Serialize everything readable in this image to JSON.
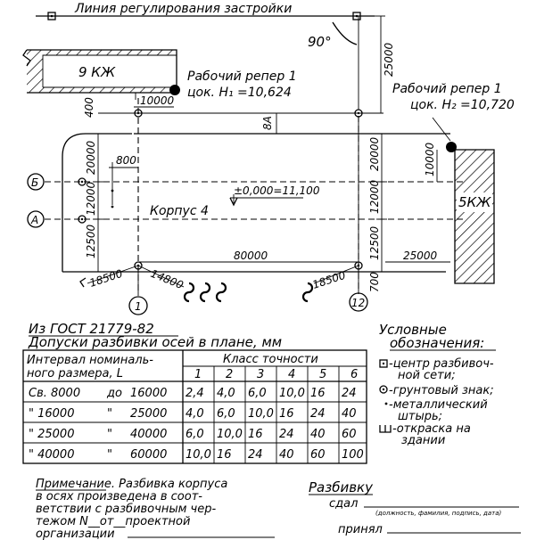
{
  "plan": {
    "line_label": "Линия регулирования застройки",
    "angle": "90°",
    "building_top": "9 КЖ",
    "building_right": "5КЖ",
    "benchmark1": {
      "title": "Рабочий репер 1",
      "value": "цок. H₁ =10,624"
    },
    "benchmark2": {
      "title": "Рабочий репер 1",
      "value": "цок. H₂ =10,720"
    },
    "corpus": "Корпус 4",
    "zero_mark": "±0,000=11,100",
    "axis_b": "Б",
    "axis_a": "А",
    "axis_1": "1",
    "axis_12": "12",
    "dims": {
      "d25000_top": "25000",
      "d10000_top": "10000",
      "d400": "400",
      "d8a": "8А",
      "d20000_left": "20000",
      "d800": "800",
      "d12000_left": "12000",
      "d12500_left": "12500",
      "d20000_right": "20000",
      "d10000_right": "10000",
      "d12000_right": "12000",
      "d12500_right": "12500",
      "d80000": "80000",
      "d25000_right": "25000",
      "d18500_left": "18500",
      "d14800": "14800",
      "d18500_right": "18500",
      "d700": "700"
    }
  },
  "table": {
    "source": "Из ГОСТ 21779-82",
    "caption": "Допуски разбивки осей в плане, мм",
    "head_interval": [
      "Интервал номиналь-",
      "ного размера, L"
    ],
    "head_class": "Класс точности",
    "classes": [
      "1",
      "2",
      "3",
      "4",
      "5",
      "6"
    ],
    "rows": [
      {
        "left": "Св. 8000",
        "mid": "до",
        "right": "16000",
        "vals": [
          "2,4",
          "4,0",
          "6,0",
          "10,0",
          "16",
          "24"
        ]
      },
      {
        "left": "\" 16000",
        "mid": "\"",
        "right": "25000",
        "vals": [
          "4,0",
          "6,0",
          "10,0",
          "16",
          "24",
          "40"
        ]
      },
      {
        "left": "\" 25000",
        "mid": "\"",
        "right": "40000",
        "vals": [
          "6,0",
          "10,0",
          "16",
          "24",
          "40",
          "60"
        ]
      },
      {
        "left": "\" 40000",
        "mid": "\"",
        "right": "60000",
        "vals": [
          "10,0",
          "16",
          "24",
          "40",
          "60",
          "100"
        ]
      }
    ]
  },
  "legend": {
    "title": [
      "Условные",
      "обозначения:"
    ],
    "items": [
      [
        "-центр разбивоч-",
        "ной сети;"
      ],
      [
        "-грунтовый знак;"
      ],
      [
        "-металлический",
        "штырь;"
      ],
      [
        "-откраска на",
        "здании"
      ]
    ]
  },
  "note": {
    "title": "Примечание.",
    "lines": [
      " Разбивка корпуса",
      "в осях произведена в соот-",
      "ветствии с разбивочным чер-",
      "тежом N__от__проектной",
      "организации"
    ]
  },
  "sign": {
    "title": "Разбивку",
    "handed": "сдал",
    "sub": "(должность, фамилия, подпись, дата)",
    "accepted": "принял"
  }
}
